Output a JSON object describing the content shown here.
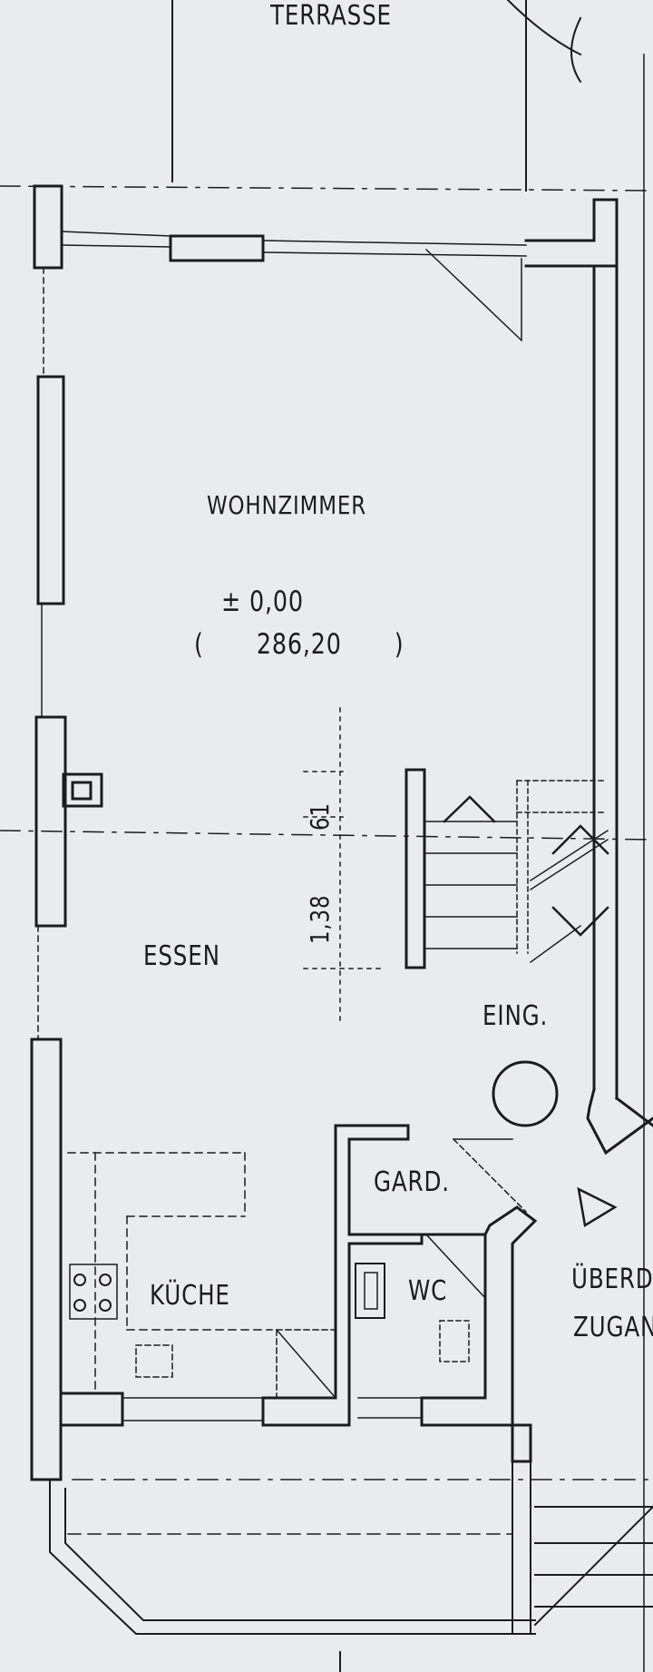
{
  "rooms": {
    "terrasse": "TERRASSE",
    "wohnzimmer": "WOHNZIMMER",
    "essen": "ESSEN",
    "eingang": "EING.",
    "garderobe": "GARD.",
    "kueche": "KÜCHE",
    "wc": "WC",
    "ueberdacht": "ÜBERD",
    "zugang": "ZUGAN"
  },
  "levels": {
    "height": "± 0,00",
    "absolute": "( 286,20 )"
  },
  "dimensions": {
    "d1": "61",
    "d2": "1,38"
  },
  "colors": {
    "paper": "#e9ecef",
    "ink": "#1c1c1c"
  }
}
